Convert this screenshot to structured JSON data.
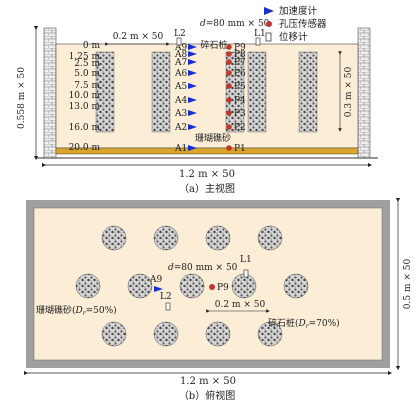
{
  "front_view": {
    "caption": "（a）主视图",
    "width_label": "1.2 m × 50",
    "height_label": "0.558 m × 50",
    "pile_height_label": "0.3 m × 50",
    "spacing_label": "0.2 m × 50",
    "diameter_label": "d=80 mm × 50",
    "pile_label": "碎石桩",
    "sand_label": "珊瑚礁砂",
    "depths": [
      "0 m",
      "1.25 m",
      "2.5 m",
      "5.0 m",
      "7.5 m",
      "10.0 m",
      "13.0 m",
      "16.0 m",
      "20.0 m"
    ],
    "accelerometers": [
      "A9",
      "A8",
      "A7",
      "A6",
      "A5",
      "A4",
      "A3",
      "A2",
      "A1"
    ],
    "pore_sensors": [
      "P9",
      "P8",
      "P7",
      "P6",
      "P5",
      "P4",
      "P3",
      "P2",
      "P1"
    ],
    "displacement_gauges": [
      "L2",
      "L1"
    ],
    "legend": {
      "accelerometer": "加速度计",
      "pore_sensor": "孔压传感器",
      "displacement": "位移计"
    }
  },
  "top_view": {
    "caption": "（b）俯视图",
    "width_label": "1.2 m × 50",
    "height_label": "0.5 m × 50",
    "spacing_label": "0.2 m × 50",
    "diameter_label": "d=80 mm × 50",
    "sand_label": "珊瑚礁砂(D_r=50%)",
    "sand_label_main": "珊瑚礁砂(",
    "sand_dr": "D",
    "sand_dr_sub": "r",
    "sand_dr_val": "=50%)",
    "pile_label_main": "碎石桩(",
    "pile_dr": "D",
    "pile_dr_sub": "r",
    "pile_dr_val": "=70%)",
    "sensor_labels": {
      "accel": "A9",
      "pore": "P9",
      "disp1": "L1",
      "disp2": "L2"
    }
  },
  "colors": {
    "sand": "#fbedd6",
    "wall": "#a0a0a0",
    "accelerometer": "#1a2fd0",
    "pore_sensor": "#c0392b",
    "base": "#d9a42a"
  }
}
